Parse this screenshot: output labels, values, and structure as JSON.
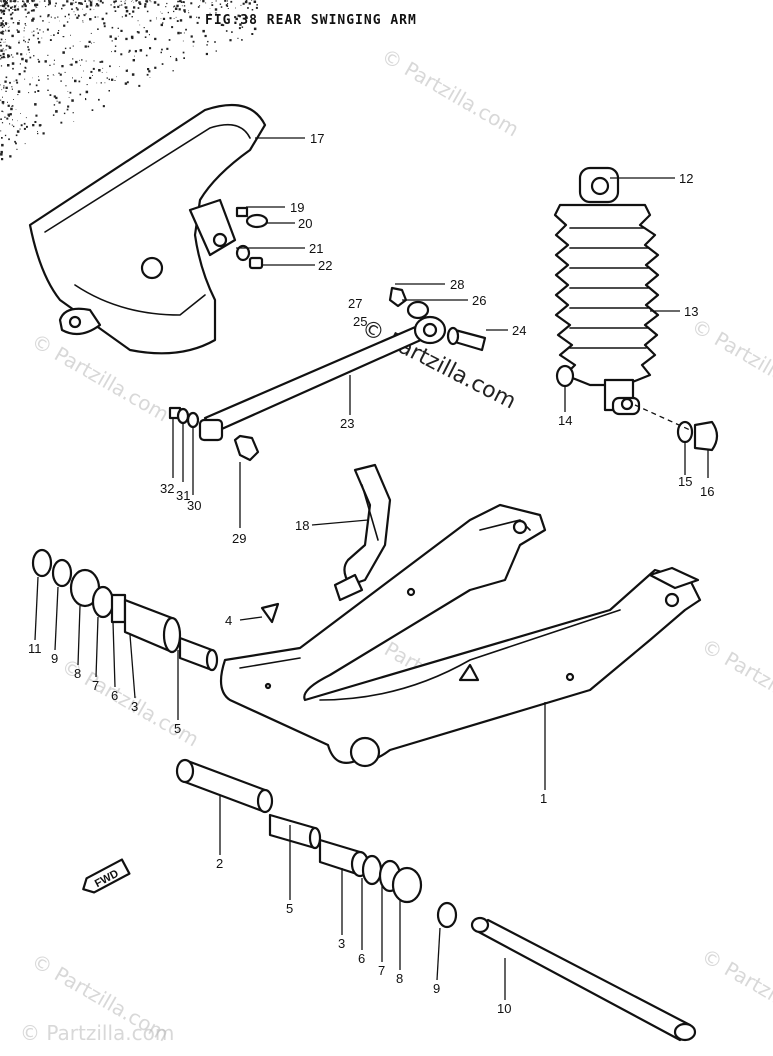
{
  "title": "FIG.38  REAR SWINGING ARM",
  "watermark": "© Partzilla.com",
  "fwd_label": "FWD",
  "callouts": [
    "1",
    "2",
    "3",
    "4",
    "5",
    "6",
    "7",
    "8",
    "9",
    "10",
    "11",
    "12",
    "13",
    "14",
    "15",
    "16",
    "17",
    "18",
    "19",
    "20",
    "21",
    "22",
    "23",
    "24",
    "25",
    "26",
    "27",
    "28",
    "29",
    "30",
    "31",
    "32"
  ],
  "repeat_callouts": [
    "3",
    "5",
    "6",
    "7",
    "8",
    "9"
  ]
}
